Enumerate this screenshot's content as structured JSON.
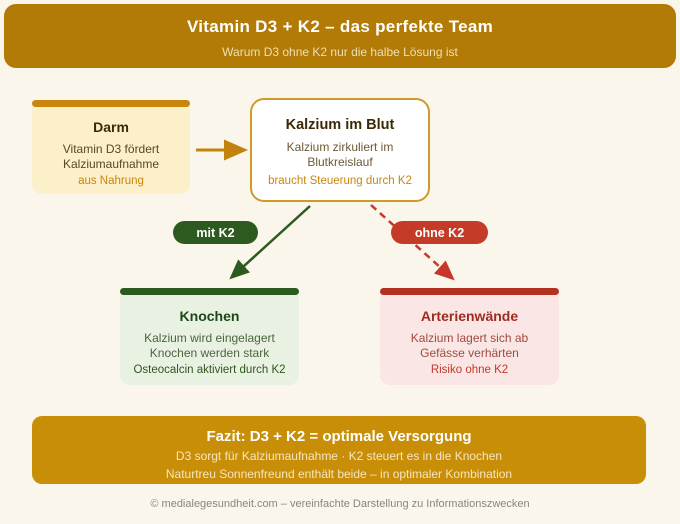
{
  "header": {
    "title": "Vitamin D3 + K2 – das perfekte Team",
    "subtitle": "Warum D3 ohne K2 nur die halbe Lösung ist"
  },
  "nodes": {
    "gut": {
      "title": "Darm",
      "line1": "Vitamin D3 fördert",
      "line2": "Kalziumaufnahme",
      "highlight": "aus Nahrung"
    },
    "blood": {
      "title": "Kalzium im Blut",
      "line1": "Kalzium zirkuliert im",
      "line2": "Blutkreislauf",
      "highlight": "braucht Steuerung durch K2"
    },
    "bones": {
      "title": "Knochen",
      "line1": "Kalzium wird eingelagert",
      "line2": "Knochen werden stark",
      "highlight": "Osteocalcin aktiviert durch K2"
    },
    "arteries": {
      "title": "Arterienwände",
      "line1": "Kalzium lagert sich ab",
      "line2": "Gefässe verhärten",
      "highlight": "Risiko ohne K2"
    }
  },
  "edge_labels": {
    "with_k2": "mit K2",
    "without_k2": "ohne K2"
  },
  "conclusion": {
    "title": "Fazit: D3 + K2 = optimale Versorgung",
    "line1": "D3 sorgt für Kalziumaufnahme · K2 steuert es in die Knochen",
    "line2": "Naturtreu Sonnenfreund enthält beide – in optimaler Kombination"
  },
  "footer": {
    "text": "© medialegesundheit.com – vereinfachte Darstellung zu Informationszwecken"
  },
  "colors": {
    "background": "#FAF6EB",
    "header_gold": "#B27B06",
    "accent_gold": "#C8860D",
    "conclusion_gold": "#C98E08",
    "positive_green": "#2D5A1E",
    "negative_red": "#C0392B"
  }
}
